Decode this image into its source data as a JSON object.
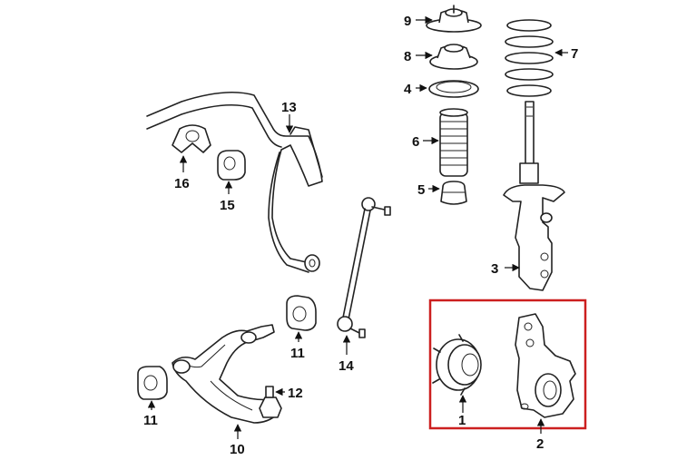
{
  "callouts": {
    "c1": "1",
    "c2": "2",
    "c3": "3",
    "c4": "4",
    "c5": "5",
    "c6": "6",
    "c7": "7",
    "c8": "8",
    "c9": "9",
    "c10": "10",
    "c11a": "11",
    "c11b": "11",
    "c12": "12",
    "c13": "13",
    "c14": "14",
    "c15": "15",
    "c16": "16"
  },
  "colors": {
    "highlight": "#cc1f1f",
    "line": "#222222"
  },
  "icons": {
    "arrow": "arrowhead-icon"
  }
}
